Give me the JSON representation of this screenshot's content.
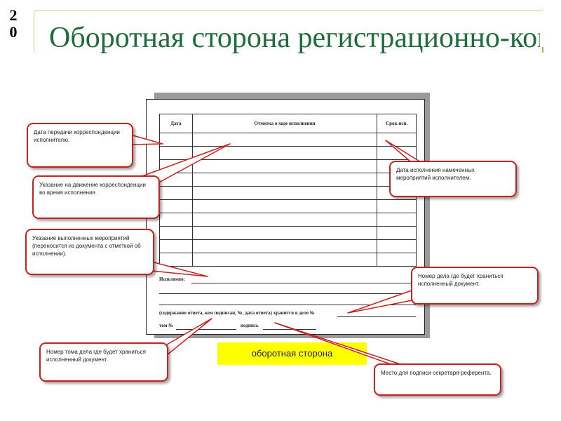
{
  "slide": {
    "number_digits": [
      "2",
      "0"
    ],
    "title": "Оборотная сторона регистрационно-контрольной"
  },
  "form": {
    "columns": [
      "Дата",
      "Отметка о ходе исполнения",
      "Срок исп."
    ],
    "row_count": 10,
    "executed_label": "Исполнено:",
    "answer_line": "(содержание ответа, кем подписан, №, дата ответа) хранится в деле №",
    "volume_label": "том №",
    "signature_label": "подпись"
  },
  "yellow_label": "оборотная сторона",
  "callouts": {
    "transfer_date": "Дата передачи корреспонденции исполнителю.",
    "movement": "Указание на движение корреспонденции во время исполнения.",
    "completed": "Указание выполненных мероприятий (переносится из документа с отметкой об исполнении).",
    "execution_date": "Дата исполнения намеченных мероприятий исполнителем.",
    "case_number": "Номер дела где будет храниться исполненный документ.",
    "volume_number": "Номер тома дела где будет храниться исполненный документ.",
    "signature_place": "Место для подписи секретаря-референта."
  },
  "colors": {
    "title": "#1f6b3a",
    "callout_border": "#c8201f",
    "label_fill": "#ffff00"
  }
}
